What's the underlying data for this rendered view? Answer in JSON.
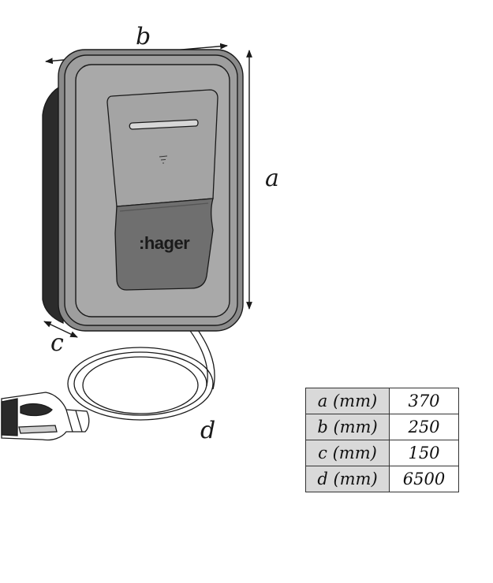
{
  "labels": {
    "a": "a",
    "b": "b",
    "c": "c",
    "d": "d"
  },
  "brand": ":hager",
  "table": {
    "rows": [
      {
        "key": "a (mm)",
        "value": "370"
      },
      {
        "key": "b (mm)",
        "value": "250"
      },
      {
        "key": "c (mm)",
        "value": "150"
      },
      {
        "key": "d (mm)",
        "value": "6500"
      }
    ]
  },
  "colors": {
    "line": "#1a1a1a",
    "table_header_fill": "#d9d9d9"
  }
}
